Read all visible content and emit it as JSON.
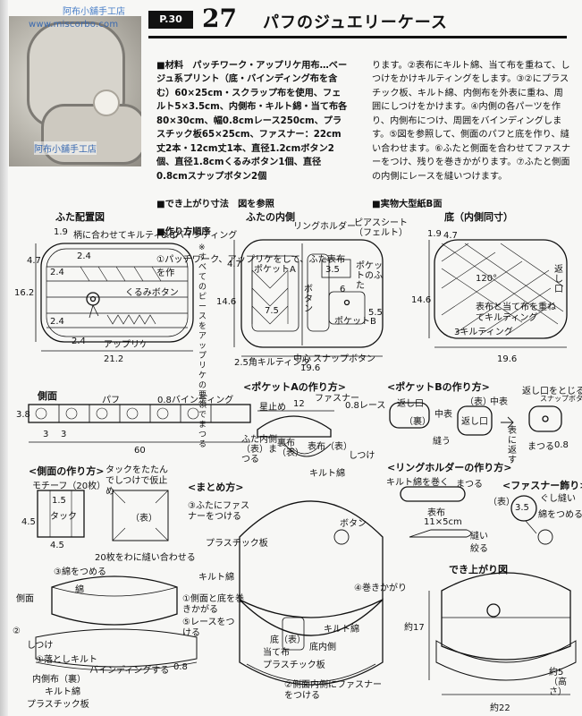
{
  "watermark": {
    "site": "阿布小舖手工店",
    "url": "www.miscorbo.com",
    "mid": "阿布小舖手工店"
  },
  "header": {
    "page_label": "P.30",
    "number": "27",
    "title": "パフのジュエリーケース"
  },
  "instructions": {
    "left": [
      {
        "head": true,
        "text": "■材料　パッチワーク・アップリケ用布…ベージュ系プリント（底・バインディング布を含む）60×25cm・スクラップ布を使用、フェルト5×3.5cm、内側布・キルト綿・当て布各80×30cm、幅0.8cmレース250cm、プラスチック板65×25cm、ファスナー：22cm丈2本・12cm丈1本、直径1.2cmボタン2個、直径1.8cmくるみボタン1個、直径0.8cmスナップボタン2個"
      },
      {
        "head": true,
        "text": "■でき上がり寸法　図を参照"
      },
      {
        "head": true,
        "text": "■作り方順序"
      },
      {
        "head": false,
        "text": "①パッチワーク、アップリケをして、ふた表布を作"
      }
    ],
    "right": [
      {
        "head": false,
        "text": "ります。②表布にキルト綿、当て布を重ねて、しつけをかけキルティングをします。③②にプラスチック板、キルト綿、内側布を外表に重ね、周囲にしつけをかけます。④内側の各パーツを作り、内側布につけ、周囲をバインディングします。⑤図を参照して、側面のパフと底を作り、縫い合わせます。⑥ふたと側面を合わせてファスナーをつけ、残りを巻きかがります。⑦ふたと側面の内側にレースを縫いつけます。"
      },
      {
        "head": true,
        "text": "■実物大型紙B面"
      }
    ]
  },
  "sections": {
    "futa": "ふた配置図",
    "futa_inner": "ふたの内側",
    "soko": "底（内側同寸）",
    "sokumen": "側面",
    "pocketA": "<ポケットAの作り方>",
    "pocketB": "<ポケットBの作り方>",
    "sokumen_how": "<側面の作り方>",
    "matome": "<まとめ方>",
    "ring": "<リングホルダーの作り方>",
    "fastener": "<ファスナー飾り>",
    "dekiagari": "でき上がり図"
  },
  "labels": {
    "futa": {
      "d19": "1.9",
      "d47": "4.7",
      "d162": "16.2",
      "d24a": "2.4",
      "d24b": "2.4",
      "d24c": "2.4",
      "d24d": "2.4",
      "d212": "21.2",
      "quilt": "柄に合わせてキルティング",
      "binding": "0.8バインディング",
      "kurumi": "くるみボタン",
      "applique": "アップリケ",
      "note": "※すべてのピースをアップリケの要領でまつる"
    },
    "inner": {
      "ring": "リングホルダー",
      "piece": "ピアスシート（フェルト）",
      "pocketA": "ポケットA",
      "pocket_cover": "ポケットのふた",
      "d35": "3.5",
      "d6": "6",
      "d55": "5.5",
      "pocketB": "ポケットB",
      "d146": "14.6",
      "d47": "4.7",
      "d75": "7.5",
      "botan": "ボタン",
      "quilt": "2.5角キルティング",
      "center": "中心",
      "snap": "スナップボタン",
      "d196": "19.6"
    },
    "bottom": {
      "d19": "1.9",
      "d47": "4.7",
      "d146": "14.6",
      "ang": "120°",
      "modoshi": "返し口",
      "note": "表布と当て布を重ねてキルティング",
      "three": "3キルティング",
      "d196": "19.6"
    },
    "side": {
      "d38": "3.8",
      "d3a": "3",
      "d3b": "3",
      "puff": "パフ",
      "binding": "0.8バインディング",
      "d60": "60"
    },
    "pA": {
      "hoshi": "星止め",
      "d12": "12",
      "fastener": "ファスナー",
      "lace": "0.8レース",
      "matsuru": "ふた内側（表）まつる",
      "ura": "裏布（表）",
      "omote": "表布（表）",
      "shitsuke": "しつけ",
      "quilt": "キルト綿"
    },
    "pB": {
      "kaeshi": "返し口",
      "omote": "（表）",
      "ura": "（裏）",
      "nakaomote": "中表",
      "nuu": "縫う",
      "kaeshi2": "返し口",
      "kaeshi_close": "返し口をとじる",
      "snap": "スナップボタン",
      "mataku": "まつる",
      "d08": "0.8",
      "tojiru": "表に返す"
    },
    "sh": {
      "motif": "モチーフ（20枚）",
      "tuck": "タックをたたんでしつけで仮止め",
      "d15": "1.5",
      "tuck2": "タック",
      "d45a": "4.5",
      "d45b": "4.5",
      "omote": "（表）",
      "twenty": "20枚をわに縫い合わせる",
      "tsumeru": "③綿をつめる",
      "sokumen": "側面",
      "wata": "綿",
      "shitsuke": "しつけ",
      "kiru": "①落としキルト",
      "inner": "内側布（裏）",
      "quilt": "キルト綿",
      "plastic": "プラスチック板",
      "bind": "バインディングする",
      "d08": "0.8",
      "n2": "②"
    },
    "mt": {
      "three": "③ふたにファスナーをつける",
      "plastic": "プラスチック板",
      "quilt": "キルト綿",
      "one": "①側面と底を巻きかがる",
      "five": "⑤レースをつける",
      "four": "④巻きかがり",
      "botan": "ボタン",
      "soko": "底（表）",
      "ate": "当て布",
      "plastic2": "プラスチック板",
      "sokou": "底内側",
      "quilt2": "キルト綿",
      "two": "②側面内側にファスナーをつける"
    },
    "ring": {
      "quilt": "キルト綿を巻く",
      "matsuru": "まつる",
      "omote": "表布",
      "size": "11×5cm",
      "nuu": "縫い",
      "chijimeru": "絞る"
    },
    "fz": {
      "ura": "（表）",
      "kushi": "ぐし縫い",
      "d35": "3.5",
      "wata": "綿をつめる"
    },
    "done": {
      "d17": "約17",
      "d22": "約22",
      "d5": "約5（高さ）"
    }
  }
}
